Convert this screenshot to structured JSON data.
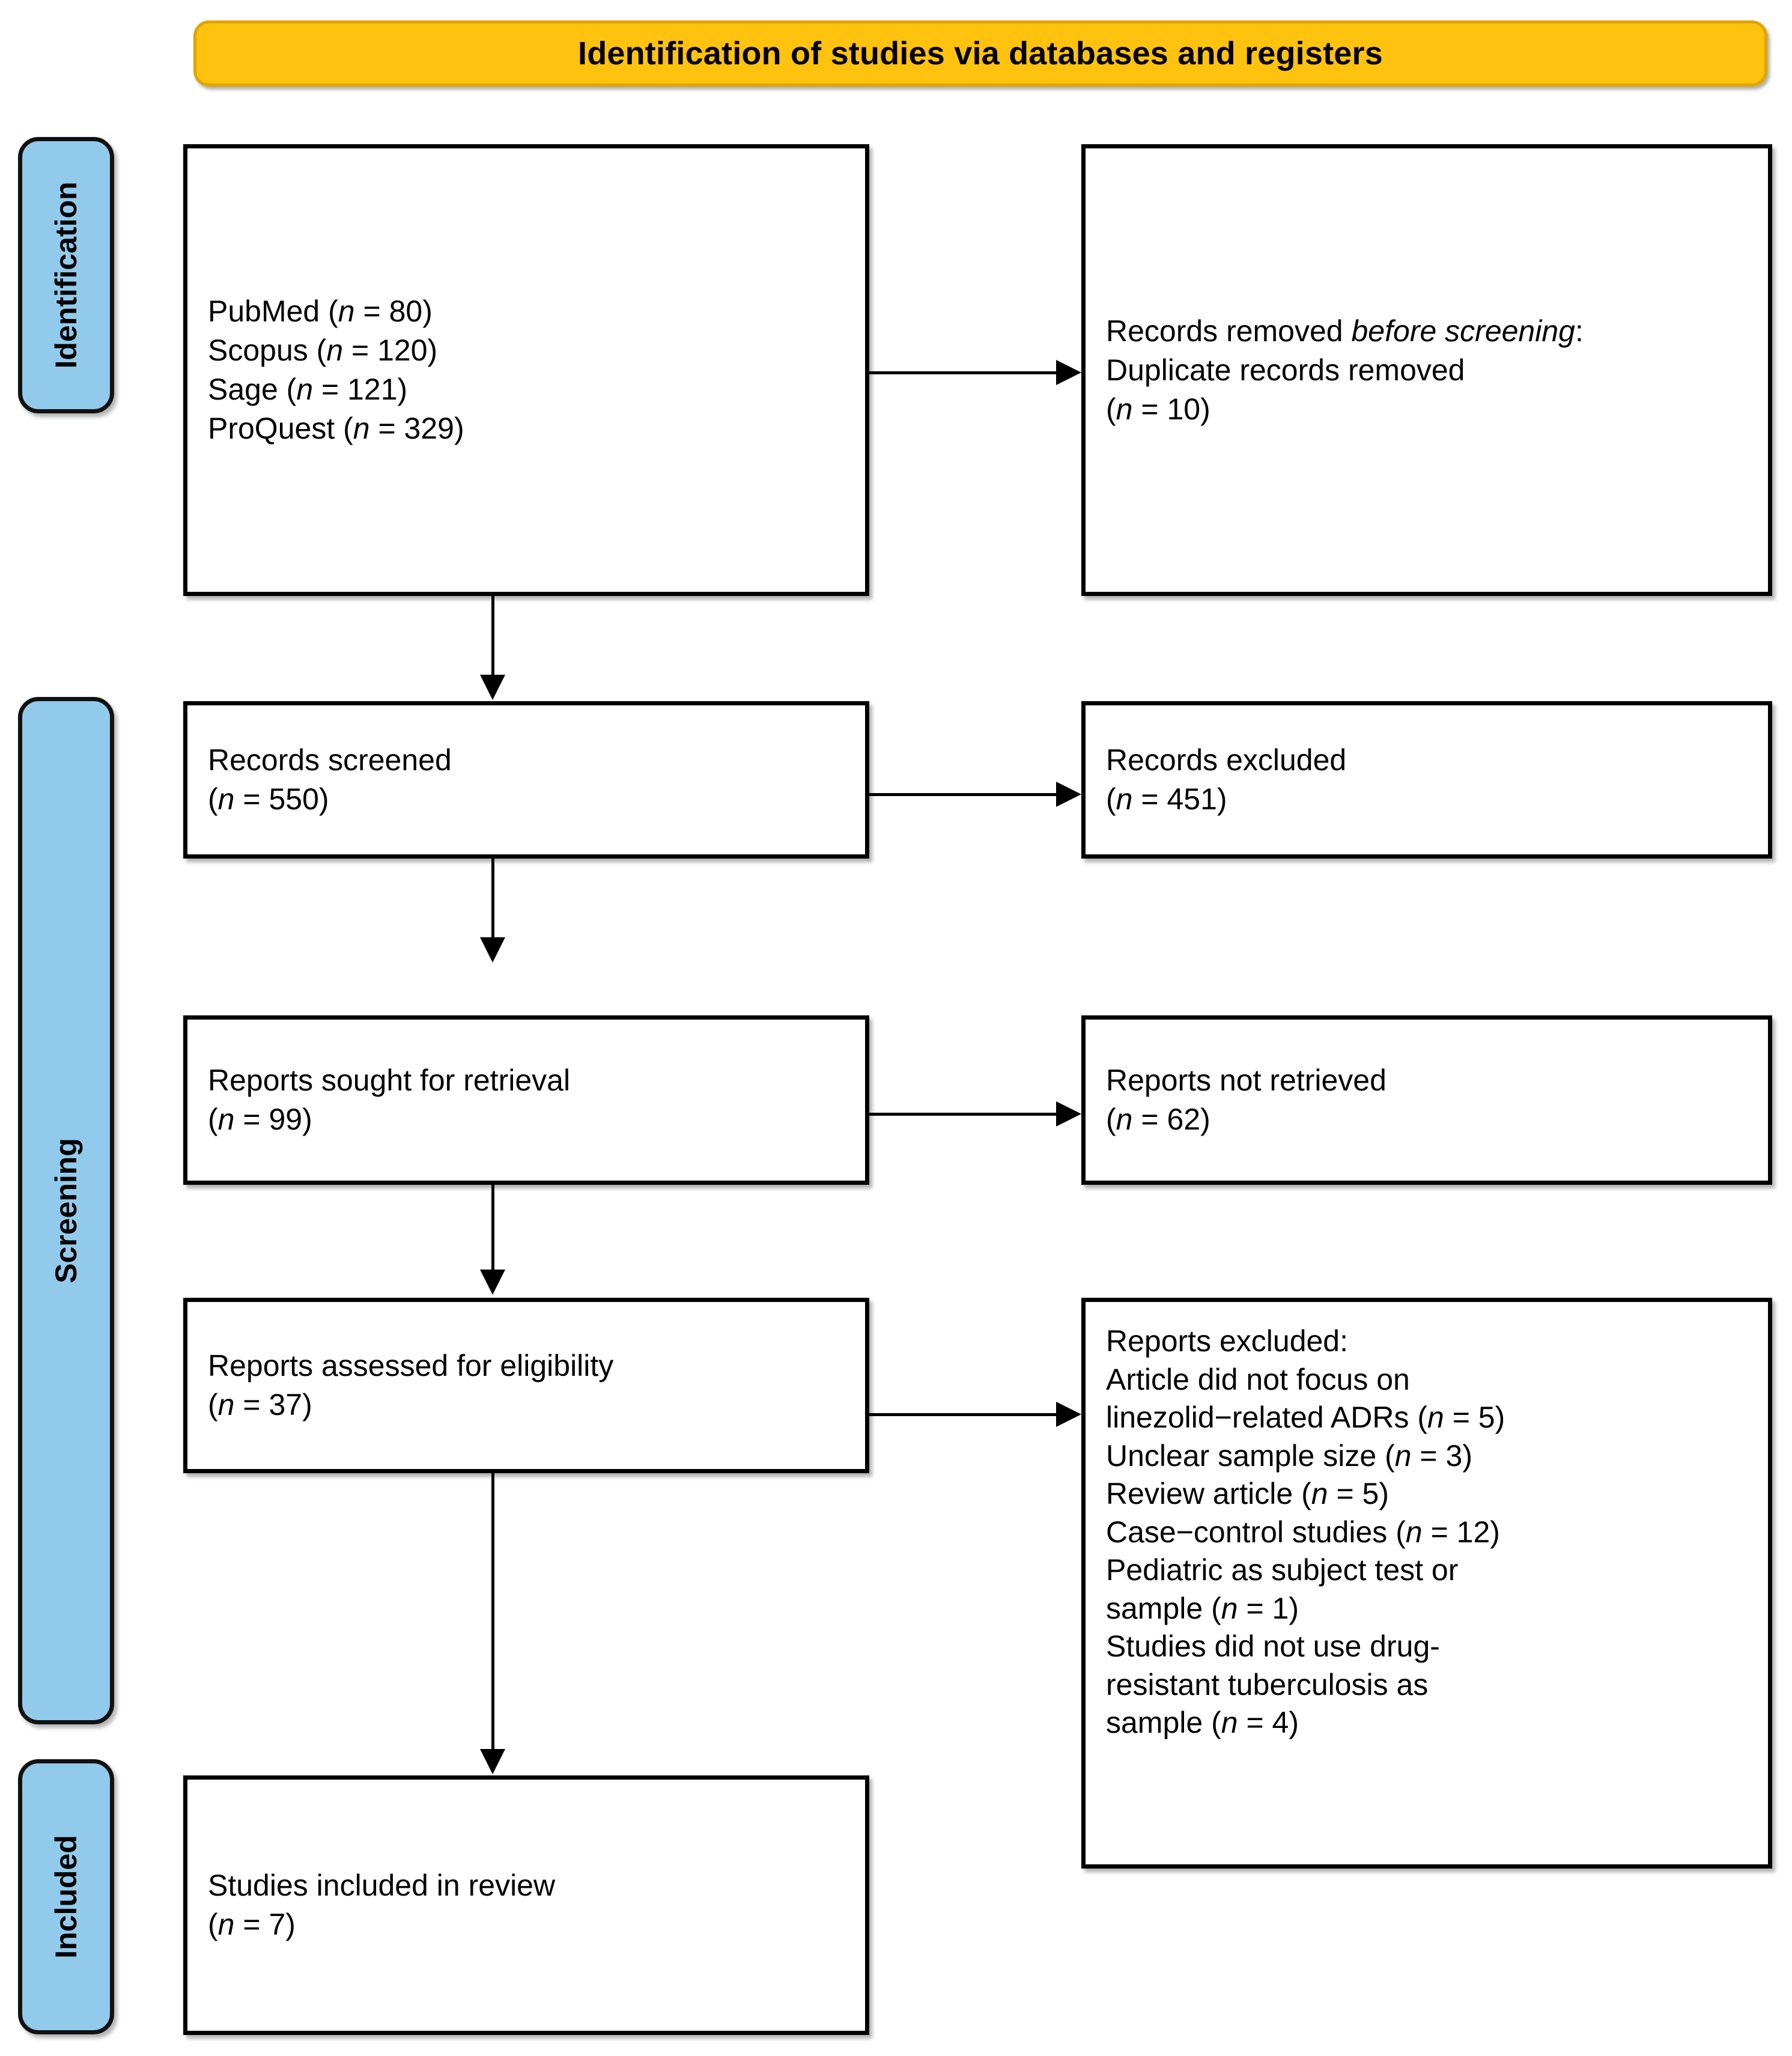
{
  "diagram": {
    "type": "prisma-flow-diagram",
    "header": {
      "title": "Identification of studies via databases and registers",
      "background_color": "#FFC20E",
      "text_color": "#000000"
    },
    "stage_pill_color": "#92CAEB",
    "stages": [
      {
        "id": "identification",
        "label": "Identification"
      },
      {
        "id": "screening",
        "label": "Screening"
      },
      {
        "id": "included",
        "label": "Included"
      }
    ],
    "boxes": {
      "sources": {
        "text": "PubMed (n = 80)\nScopus (n = 120)\nSage (n = 121)\nProQuest (n = 329)",
        "lines": [
          {
            "label": "PubMed",
            "n": 80
          },
          {
            "label": "Scopus",
            "n": 120
          },
          {
            "label": "Sage",
            "n": 121
          },
          {
            "label": "ProQuest",
            "n": 329
          }
        ]
      },
      "removed_before_screening": {
        "heading": "Records removed before screening:",
        "heading_italic_part": "before screening",
        "text": "Records removed before screening:\n    Duplicate records removed\n(n = 10)",
        "items": [
          {
            "label": "Duplicate records removed",
            "n": 10
          }
        ]
      },
      "records_screened": {
        "text": "Records screened\n(n = 550)",
        "label": "Records screened",
        "n": 550
      },
      "records_excluded": {
        "text": "Records excluded\n(n = 451)",
        "label": "Records excluded",
        "n": 451
      },
      "reports_sought": {
        "text": "Reports sought for retrieval\n(n = 99)",
        "label": "Reports sought for retrieval",
        "n": 99
      },
      "reports_not_retrieved": {
        "text": "Reports not retrieved\n(n = 62)",
        "label": "Reports not retrieved",
        "n": 62
      },
      "reports_assessed": {
        "text": "Reports assessed for eligibility\n(n = 37)",
        "label": "Reports assessed for eligibility",
        "n": 37
      },
      "reports_excluded": {
        "heading": "Reports excluded:",
        "text": "Reports excluded:\n    Article did not focus on\n    linezolid−related ADRs (n = 5)\n    Unclear sample size (n = 3)\n    Review article (n = 5)\n    Case−control studies (n = 12)\n    Pediatric as subject test or\n    sample (n = 1)\n    Studies did not use drug-\n    resistant tuberculosis as\n    sample (n = 4)",
        "reasons": [
          {
            "label": "Article did not focus on linezolid−related ADRs",
            "n": 5
          },
          {
            "label": "Unclear sample size",
            "n": 3
          },
          {
            "label": "Review article",
            "n": 5
          },
          {
            "label": "Case−control studies",
            "n": 12
          },
          {
            "label": "Pediatric as subject test or sample",
            "n": 1
          },
          {
            "label": "Studies did not use drug-resistant tuberculosis as sample",
            "n": 4
          }
        ]
      },
      "studies_included": {
        "text": "Studies included in review\n(n = 7)",
        "label": "Studies included in review",
        "n": 7
      }
    }
  }
}
